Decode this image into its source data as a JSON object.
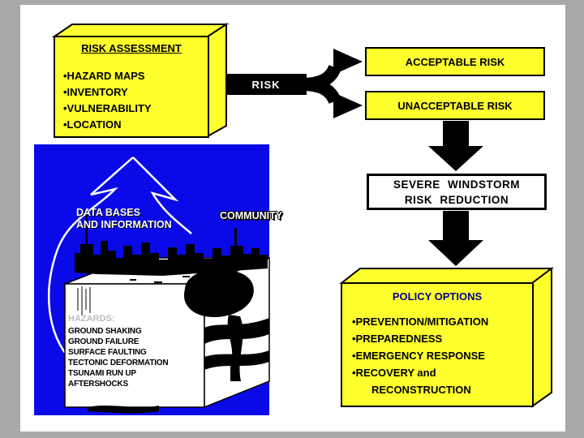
{
  "colors": {
    "background_gray": "#a8a8a8",
    "slide_white": "#ffffff",
    "box_yellow": "#ffff2e",
    "illustration_blue": "#0a0ae8",
    "policy_title_navy": "#00008b",
    "arrow_black": "#000000"
  },
  "risk_assessment": {
    "title": "RISK ASSESSMENT",
    "items": [
      "•HAZARD MAPS",
      "•INVENTORY",
      "•VULNERABILITY",
      "•LOCATION"
    ]
  },
  "flow": {
    "risk_label": "RISK",
    "acceptable": "ACCEPTABLE RISK",
    "unacceptable": "UNACCEPTABLE RISK",
    "reduction_line1": "SEVERE WINDSTORM",
    "reduction_line2": "RISK REDUCTION"
  },
  "policy": {
    "title": "POLICY OPTIONS",
    "items": [
      "•PREVENTION/MITIGATION",
      "•PREPAREDNESS",
      "•EMERGENCY RESPONSE",
      "•RECOVERY and",
      "RECONSTRUCTION"
    ]
  },
  "illustration": {
    "databases_line1": "DATA BASES",
    "databases_line2": "AND INFORMATION",
    "community": "COMMUNITY",
    "hazards_title": "HAZARDS:",
    "hazards": [
      "GROUND SHAKING",
      "GROUND FAILURE",
      "SURFACE FAULTING",
      "TECTONIC DEFORMATION",
      "TSUNAMI RUN UP",
      "AFTERSHOCKS"
    ]
  }
}
